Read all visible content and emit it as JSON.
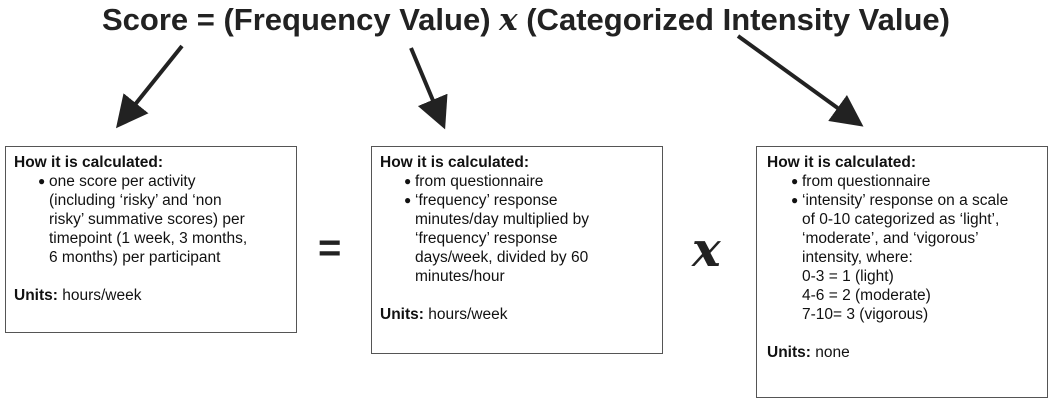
{
  "formula": {
    "lhs": "Score = (Frequency Value) ",
    "times": "x",
    "rhs": " (Categorized Intensity Value)"
  },
  "operators": {
    "equals": "=",
    "times": "x"
  },
  "boxes": [
    {
      "title": "How it is calculated:",
      "bullets": [
        [
          "one score per activity",
          "(including ‘risky’ and ‘non",
          "risky’ summative scores) per",
          "timepoint (1 week, 3 months,",
          "6 months) per participant"
        ]
      ],
      "units_label": "Units:",
      "units_value": " hours/week"
    },
    {
      "title": "How it is calculated:",
      "bullets": [
        [
          "from questionnaire"
        ],
        [
          "‘frequency’ response",
          "minutes/day multiplied by",
          "‘frequency’ response",
          "days/week, divided by 60",
          "minutes/hour"
        ]
      ],
      "units_label": "Units:",
      "units_value": " hours/week"
    },
    {
      "title": "How it is calculated:",
      "bullets": [
        [
          "from questionnaire"
        ],
        [
          "‘intensity’ response on a scale",
          "of 0-10 categorized as ‘light’,",
          "‘moderate’, and ‘vigorous’",
          "intensity, where:",
          "0-3 = 1 (light)",
          "4-6 = 2 (moderate)",
          "7-10= 3 (vigorous)"
        ]
      ],
      "units_label": "Units:",
      "units_value": " none"
    }
  ]
}
